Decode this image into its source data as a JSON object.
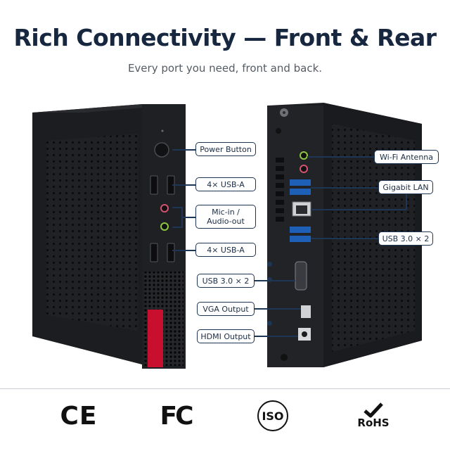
{
  "header": {
    "title": "Rich Connectivity — Front & Rear",
    "subtitle": "Every port you need, front and back."
  },
  "front_labels": {
    "power": "Power Button",
    "usb_a_top": "4× USB-A",
    "mic_audio_line1": "Mic-in /",
    "mic_audio_line2": "Audio-out",
    "usb_a_bottom": "4× USB-A"
  },
  "rear_labels": {
    "wifi": "Wi-Fi Antenna",
    "lan": "Gigabit LAN",
    "usb30_right": "USB 3.0 × 2",
    "usb30_left": "USB 3.0 × 2",
    "vga": "VGA Output",
    "hdmi": "HDMI Output"
  },
  "certifications": {
    "ce": "CE",
    "fc": "FC",
    "iso": "ISO",
    "rohs": "RoHS"
  },
  "colors": {
    "accent": "#1e3655",
    "title": "#16273f",
    "case": "#1c1d20",
    "red_badge": "#c8102e"
  }
}
